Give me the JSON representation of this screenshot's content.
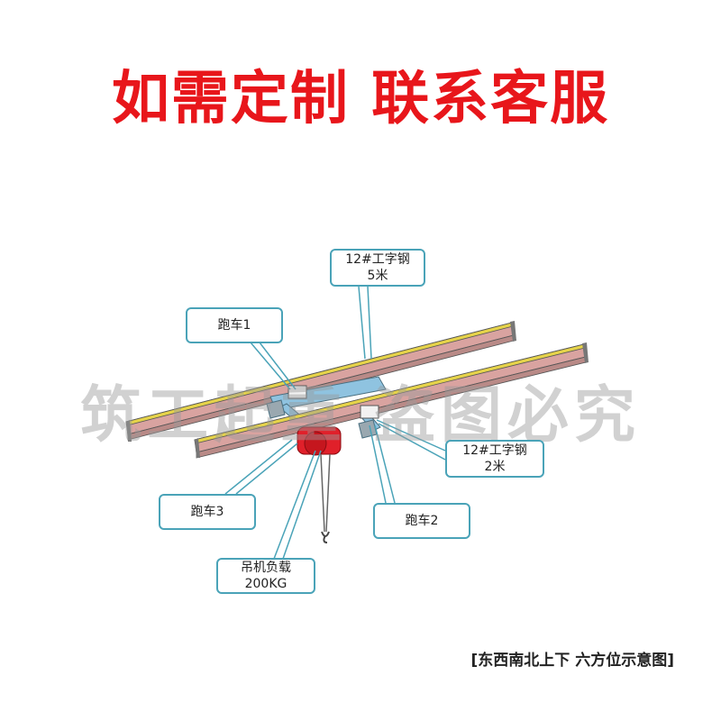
{
  "headline": "如需定制 联系客服",
  "watermark": "筑工起重 盗图必究",
  "callouts": {
    "beam_long": {
      "line1": "12#工字钢",
      "line2": "5米"
    },
    "trolley_1": {
      "label": "跑车1"
    },
    "beam_short": {
      "line1": "12#工字钢",
      "line2": "2米"
    },
    "trolley_3": {
      "label": "跑车3"
    },
    "trolley_2": {
      "label": "跑车2"
    },
    "hoist": {
      "line1": "吊机负载",
      "line2": "200KG"
    }
  },
  "footer": "[东西南北上下 六方位示意图]",
  "colors": {
    "headline": "#e8161b",
    "beam_web": "#d9a3a0",
    "beam_flange": "#e6d34a",
    "crossbar": "#8fc3e0",
    "hoist": "#e0202a",
    "callout_border": "#4aa3b8",
    "watermark": "#9a9a9a"
  }
}
